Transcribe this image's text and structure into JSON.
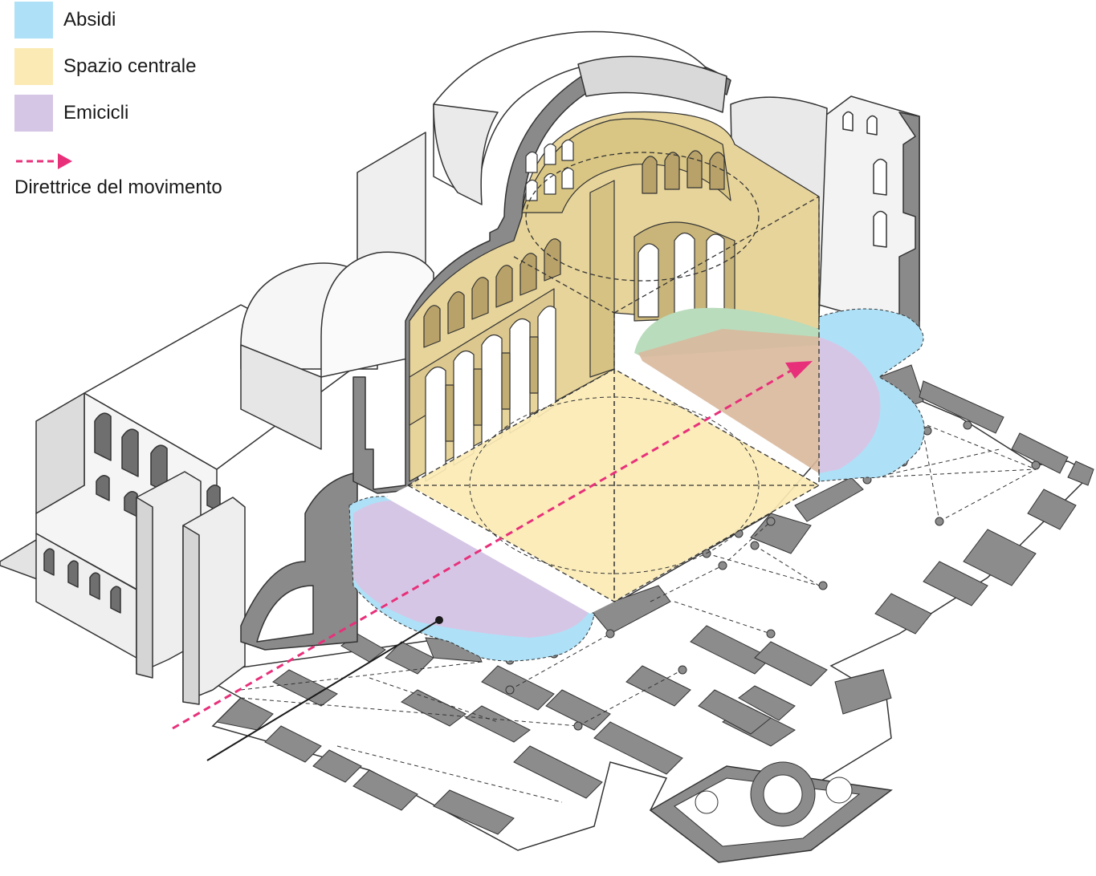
{
  "legend": {
    "items": [
      {
        "label": "Absidi",
        "color": "#aee1f7"
      },
      {
        "label": "Spazio centrale",
        "color": "#fbeab4"
      },
      {
        "label": "Emicicli",
        "color": "#d6c6e6"
      }
    ],
    "movement": {
      "label": "Direttrice del movimento",
      "color": "#e8307a"
    }
  },
  "colors": {
    "wall_cut": "#8a8a8a",
    "wall_light": "#f2f2f2",
    "wall_mid": "#d9d9d9",
    "outline": "#333333",
    "interior_tint": "#e7d49a",
    "green_zone": "#b9dcbc",
    "brown_zone": "#d9b89c",
    "plan_fill": "#8c8c8c"
  },
  "icons": {
    "movement_arrow": "dashed-arrow-right-icon"
  }
}
